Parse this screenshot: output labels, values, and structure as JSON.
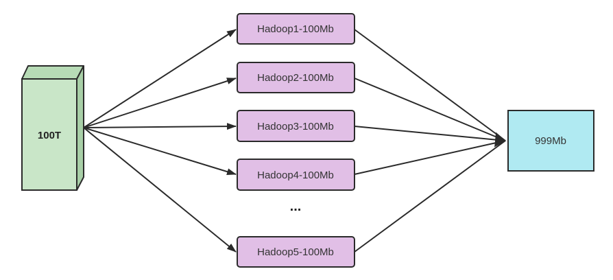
{
  "source": {
    "label": "100T"
  },
  "nodes": [
    {
      "label": "Hadoop1-100Mb"
    },
    {
      "label": "Hadoop2-100Mb"
    },
    {
      "label": "Hadoop3-100Mb"
    },
    {
      "label": "Hadoop4-100Mb"
    },
    {
      "label": "Hadoop5-100Mb"
    }
  ],
  "ellipsis": "...",
  "target": {
    "label": "999Mb"
  },
  "colors": {
    "source_fill": "#c9e6c8",
    "source_side": "#a8cfa7",
    "node_fill": "#e1bfe6",
    "target_fill": "#b0eaf2",
    "stroke": "#2a2a2a"
  }
}
